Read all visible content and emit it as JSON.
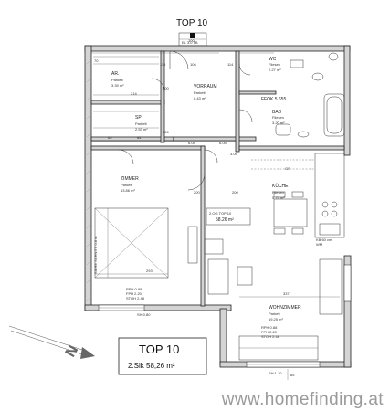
{
  "plan_title": "TOP 10",
  "elevation_note": "EL 3.0 TB",
  "dims": {
    "top_width": "100",
    "d1": "106",
    "d2": "114",
    "d3": "70",
    "d4": "116",
    "d5": "214",
    "d6": "200",
    "d7": "200",
    "d8": "65",
    "d9": "84",
    "d10": "6.05",
    "d11": "6.05",
    "d12": "3.05",
    "d13": "200",
    "d14": "200",
    "d15": "293",
    "d16": "337",
    "d17": "65"
  },
  "rooms": [
    {
      "key": "ar",
      "name": "AR.",
      "floor": "Parkett",
      "area": "3.39 m²"
    },
    {
      "key": "vorraum",
      "name": "VORRAUM",
      "floor": "Parkett",
      "area": "8.43 m²"
    },
    {
      "key": "sp",
      "name": "SP",
      "floor": "Parkett",
      "area": "2.53 m²"
    },
    {
      "key": "wc",
      "name": "WC",
      "floor": "Fliesen",
      "area": "2.27 m²"
    },
    {
      "key": "bad",
      "name": "BAD",
      "floor": "Fliesen",
      "area": "3.20 m²"
    },
    {
      "key": "zimmer",
      "name": "ZIMMER",
      "floor": "Parkett",
      "area": "13.86 m²"
    },
    {
      "key": "kueche",
      "name": "KÜCHE",
      "floor": "Fliesen",
      "area": "5.75 m²"
    },
    {
      "key": "wohnzimmer",
      "name": "WOHNZIMMER",
      "floor": "Parkett",
      "area": "19.25 m²"
    }
  ],
  "notes": {
    "ffok": "FFOK 5.655",
    "gs": "GS",
    "level_tag": "2.OG TOP 10",
    "level_area": "58.26 m²",
    "side_label": "SIEHE SCHNITT 0.8 m",
    "zimmer_window": [
      "RPH 0.88",
      "FPH 2.20",
      "STOH 2.48"
    ],
    "wohn_window": [
      "RPH 0.88",
      "FPH 2.20",
      "STOH 2.48"
    ],
    "zimmer_bottom": "SH:0.80",
    "wohn_bottom": "SH:1.10",
    "kitchen_tag": "KB 60 cm",
    "kitchen_tag2": "WM"
  },
  "legend": {
    "title": "TOP 10",
    "subtitle": "2.Slk 58,26 m²"
  },
  "watermark": "www.homefinding.at",
  "north_label": "N"
}
